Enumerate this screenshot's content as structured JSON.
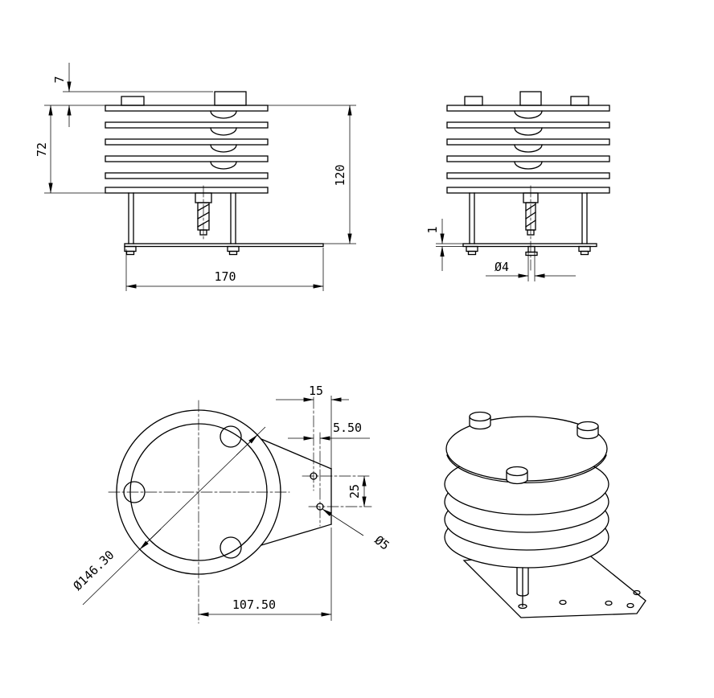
{
  "drawing": {
    "line_color": "#000000",
    "background_color": "#ffffff",
    "dimensions": {
      "front": {
        "cap_height": "7",
        "louver_stack_height": "72",
        "overall_height": "120",
        "base_length": "170"
      },
      "side": {
        "base_plate_thickness": "1",
        "bolt_diameter": "Ø4"
      },
      "bottom": {
        "edge_to_hole": "15",
        "hole_offset": "5.50",
        "hole_spacing": "25",
        "tab_hole_diameter": "Ø5",
        "shield_diameter": "Ø146.30",
        "mount_length": "107.50"
      }
    }
  }
}
